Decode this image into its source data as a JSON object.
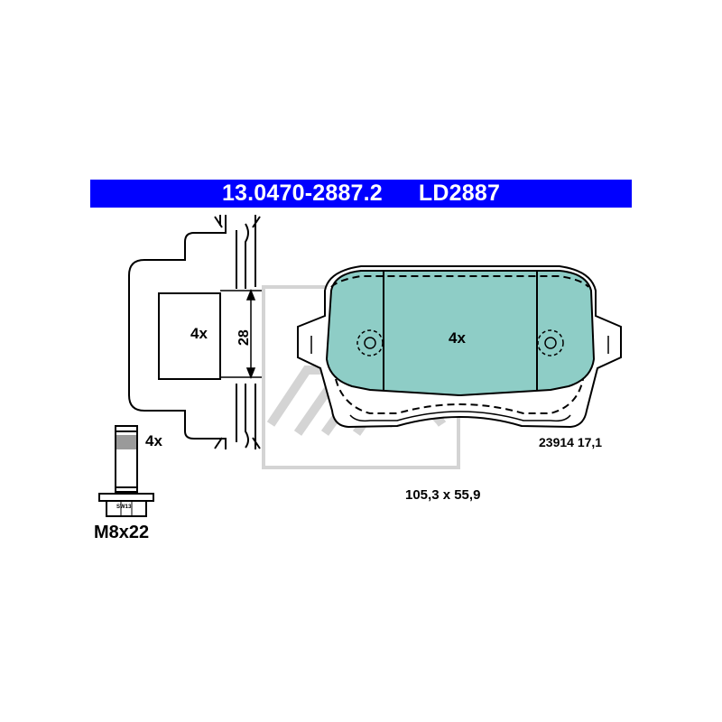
{
  "header": {
    "part_number": "13.0470-2887.2",
    "code": "LD2887",
    "bg_color": "#0000ff",
    "text_color": "#ffffff"
  },
  "clip": {
    "quantity": "4x",
    "dimension": "28"
  },
  "pad": {
    "quantity": "4x",
    "reference": "23914 17,1",
    "size": "105,3 x 55,9",
    "fill_color": "#8ecdc6"
  },
  "bolt": {
    "quantity": "4x",
    "wrench_size": "SW13",
    "thread": "M8x22"
  },
  "watermark": {
    "brand_icon": "ate-logo-watermark"
  }
}
